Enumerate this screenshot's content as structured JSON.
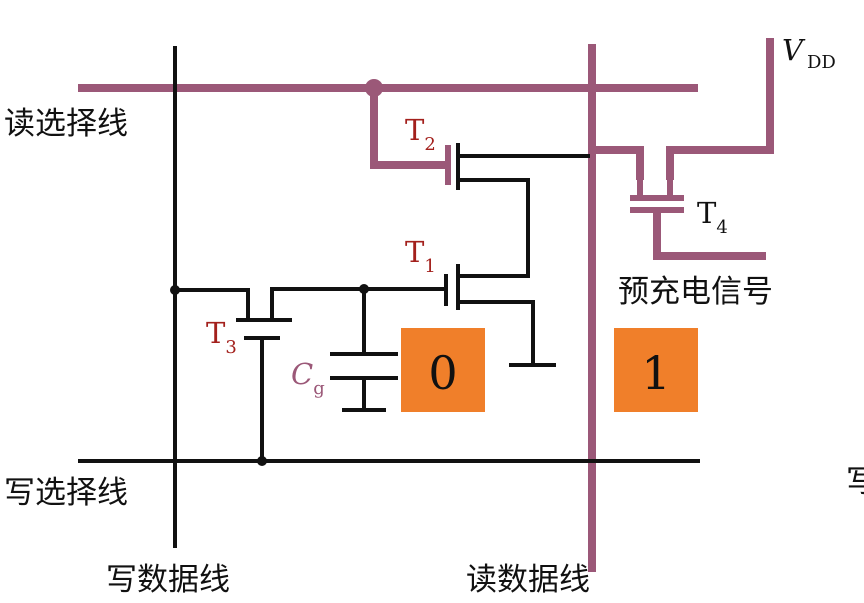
{
  "colors": {
    "purple_wire": "#9b5878",
    "black_wire": "#111111",
    "transistor_label": "#a3201c",
    "cell_box": "#f07f2a"
  },
  "labels": {
    "read_select_line": "读选择线",
    "write_select_line": "写选择线",
    "write_data_line": "写数据线",
    "read_data_line": "读数据线",
    "precharge_signal": "预充电信号",
    "vdd_main": "V",
    "vdd_sub": "DD",
    "t1_main": "T",
    "t1_sub": "1",
    "t2_main": "T",
    "t2_sub": "2",
    "t3_main": "T",
    "t3_sub": "3",
    "t4_main": "T",
    "t4_sub": "4",
    "cg_main": "C",
    "cg_sub": "g",
    "cell_left_value": "0",
    "cell_right_value": "1",
    "edge_glyph": "写"
  }
}
